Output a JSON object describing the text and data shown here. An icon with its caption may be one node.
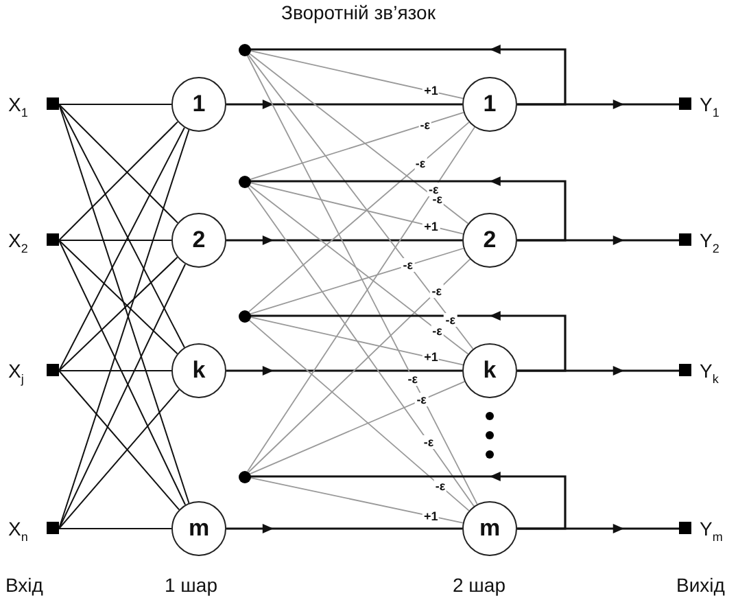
{
  "diagram": {
    "nodes": [
      {
        "text": [
          "X$_{1}$"
        ]
      },
      {
        "text": [
          "X$_{2}$"
        ]
      },
      {
        "text": [
          "X$_{j}$"
        ]
      },
      {
        "text": [
          "X$_{n}$"
        ]
      },
      {
        "text": [
          "1"
        ]
      },
      {
        "text": [
          "2"
        ]
      },
      {
        "text": [
          "k"
        ]
      },
      {
        "text": [
          "m"
        ]
      },
      {
        "text": [],
        "shape": "circle"
      },
      {
        "text": [],
        "shape": "circle"
      },
      {
        "text": [],
        "shape": "circle"
      },
      {
        "text": [],
        "shape": "circle"
      },
      {
        "text": [
          "1"
        ]
      },
      {
        "text": [
          "2"
        ]
      },
      {
        "text": [
          "k"
        ]
      },
      {
        "text": [
          "m"
        ]
      },
      {
        "text": [
          "Y$_{1}$"
        ]
      },
      {
        "text": [
          "Y$_{2}$"
        ]
      },
      {
        "text": [
          "Y$_{k}$"
        ]
      },
      {
        "text": [
          "Y$_{m}$"
        ]
      }
    ],
    "edges": [
      {
        "from": 0,
        "to": 4,
        "arrow": "none"
      },
      {
        "from": 0,
        "to": 5,
        "arrow": "none"
      },
      {
        "from": 0,
        "to": 6,
        "arrow": "none"
      },
      {
        "from": 0,
        "to": 7,
        "arrow": "none"
      },
      {
        "from": 1,
        "to": 4,
        "arrow": "none"
      },
      {
        "from": 1,
        "to": 5,
        "arrow": "none"
      },
      {
        "from": 1,
        "to": 6,
        "arrow": "none"
      },
      {
        "from": 1,
        "to": 7,
        "arrow": "none"
      },
      {
        "from": 2,
        "to": 4,
        "arrow": "none"
      },
      {
        "from": 2,
        "to": 5,
        "arrow": "none"
      },
      {
        "from": 2,
        "to": 6,
        "arrow": "none"
      },
      {
        "from": 2,
        "to": 7,
        "arrow": "none"
      },
      {
        "from": 3,
        "to": 4,
        "arrow": "none"
      },
      {
        "from": 3,
        "to": 5,
        "arrow": "none"
      },
      {
        "from": 3,
        "to": 6,
        "arrow": "none"
      },
      {
        "from": 3,
        "to": 7,
        "arrow": "none"
      },
      {
        "from": 4,
        "to": 12,
        "arrow": "to"
      },
      {
        "from": 5,
        "to": 13,
        "arrow": "to"
      },
      {
        "from": 6,
        "to": 14,
        "arrow": "to"
      },
      {
        "from": 7,
        "to": 15,
        "arrow": "to"
      },
      {
        "from": 8,
        "to": 12,
        "arrow": "none",
        "label": "+1",
        "color": "#999999"
      },
      {
        "from": 8,
        "to": 13,
        "arrow": "none",
        "label": "-ε",
        "color": "#999999"
      },
      {
        "from": 8,
        "to": 14,
        "arrow": "none",
        "label": "-ε",
        "color": "#999999"
      },
      {
        "from": 8,
        "to": 15,
        "arrow": "none",
        "label": "-ε",
        "color": "#999999"
      },
      {
        "from": 9,
        "to": 12,
        "arrow": "none",
        "label": "-ε",
        "color": "#999999"
      },
      {
        "from": 9,
        "to": 13,
        "arrow": "none",
        "label": "+1",
        "color": "#999999"
      },
      {
        "from": 9,
        "to": 14,
        "arrow": "none",
        "label": "-ε",
        "color": "#999999"
      },
      {
        "from": 9,
        "to": 15,
        "arrow": "none",
        "label": "-ε",
        "color": "#999999"
      },
      {
        "from": 10,
        "to": 12,
        "arrow": "none",
        "label": "-ε",
        "color": "#999999"
      },
      {
        "from": 10,
        "to": 13,
        "arrow": "none",
        "label": "-ε",
        "color": "#999999"
      },
      {
        "from": 10,
        "to": 14,
        "arrow": "none",
        "label": "+1",
        "color": "#999999"
      },
      {
        "from": 10,
        "to": 15,
        "arrow": "none",
        "label": "-ε",
        "color": "#999999"
      },
      {
        "from": 11,
        "to": 12,
        "arrow": "none",
        "label": "-ε",
        "color": "#999999"
      },
      {
        "from": 11,
        "to": 13,
        "arrow": "none",
        "label": "-ε",
        "color": "#999999"
      },
      {
        "from": 11,
        "to": 14,
        "arrow": "none",
        "label": "-ε",
        "color": "#999999"
      },
      {
        "from": 11,
        "to": 15,
        "arrow": "none",
        "label": "+1",
        "color": "#999999"
      },
      {
        "from": 12,
        "to": 8,
        "arrow": "to"
      },
      {
        "from": 13,
        "to": 9,
        "arrow": "to"
      },
      {
        "from": 14,
        "to": 10,
        "arrow": "to"
      },
      {
        "from": 15,
        "to": 11,
        "arrow": "to"
      },
      {
        "from": 12,
        "to": 16,
        "arrow": "to"
      },
      {
        "from": 13,
        "to": 17,
        "arrow": "to"
      },
      {
        "from": 14,
        "to": 18,
        "arrow": "to"
      },
      {
        "from": 15,
        "to": 19,
        "arrow": "to"
      }
    ],
    "labels": [
      "Зворотній зв’язок",
      "Вхід",
      "1 шар",
      "2 шар",
      "Вихід"
    ]
  }
}
